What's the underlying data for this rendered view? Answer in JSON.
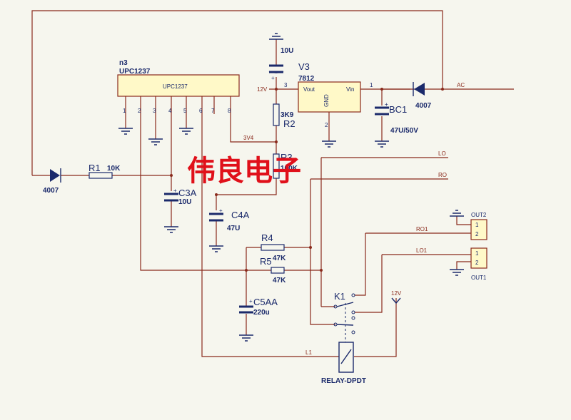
{
  "components": {
    "ic": {
      "ref": "n3",
      "part": "UPC1237",
      "body_label": "UPC1237",
      "pins": [
        "1",
        "2",
        "3",
        "4",
        "5",
        "6",
        "7",
        "8"
      ]
    },
    "regulator": {
      "ref": "V3",
      "part": "7812",
      "vout": "Vout",
      "vin": "Vin",
      "gnd": "GND",
      "pin_in": "1",
      "pin_out": "3",
      "pin_gnd": "2"
    },
    "c_top": {
      "value": "10U"
    },
    "bc1": {
      "ref": "BC1",
      "value": "47U/50V"
    },
    "d_ac": {
      "part": "4007"
    },
    "d_left": {
      "part": "4007"
    },
    "r1": {
      "ref": "R1",
      "value": "10K"
    },
    "r2": {
      "ref": "R2",
      "value": "3K9"
    },
    "r3": {
      "ref": "R3",
      "value": "100K"
    },
    "r4": {
      "ref": "R4",
      "value": "47K"
    },
    "r5": {
      "ref": "R5",
      "value": "47K"
    },
    "c3a": {
      "ref": "C3A",
      "value": "10U"
    },
    "c4a": {
      "ref": "C4A",
      "value": "47U"
    },
    "c5aa": {
      "ref": "C5AA",
      "value": "220u"
    },
    "relay": {
      "ref": "K1",
      "part": "RELAY-DPDT"
    },
    "out2": {
      "name": "OUT2",
      "pin1": "1",
      "pin2": "2"
    },
    "out1": {
      "name": "OUT1",
      "pin1": "1",
      "pin2": "2"
    }
  },
  "nets": {
    "v12": "12V",
    "v3v4": "3V4",
    "ac": "AC",
    "lo": "LO",
    "ro": "RO",
    "ro1": "RO1",
    "lo1": "LO1",
    "l1": "L1",
    "v12_relay": "12V"
  },
  "watermark": "伟良电子"
}
